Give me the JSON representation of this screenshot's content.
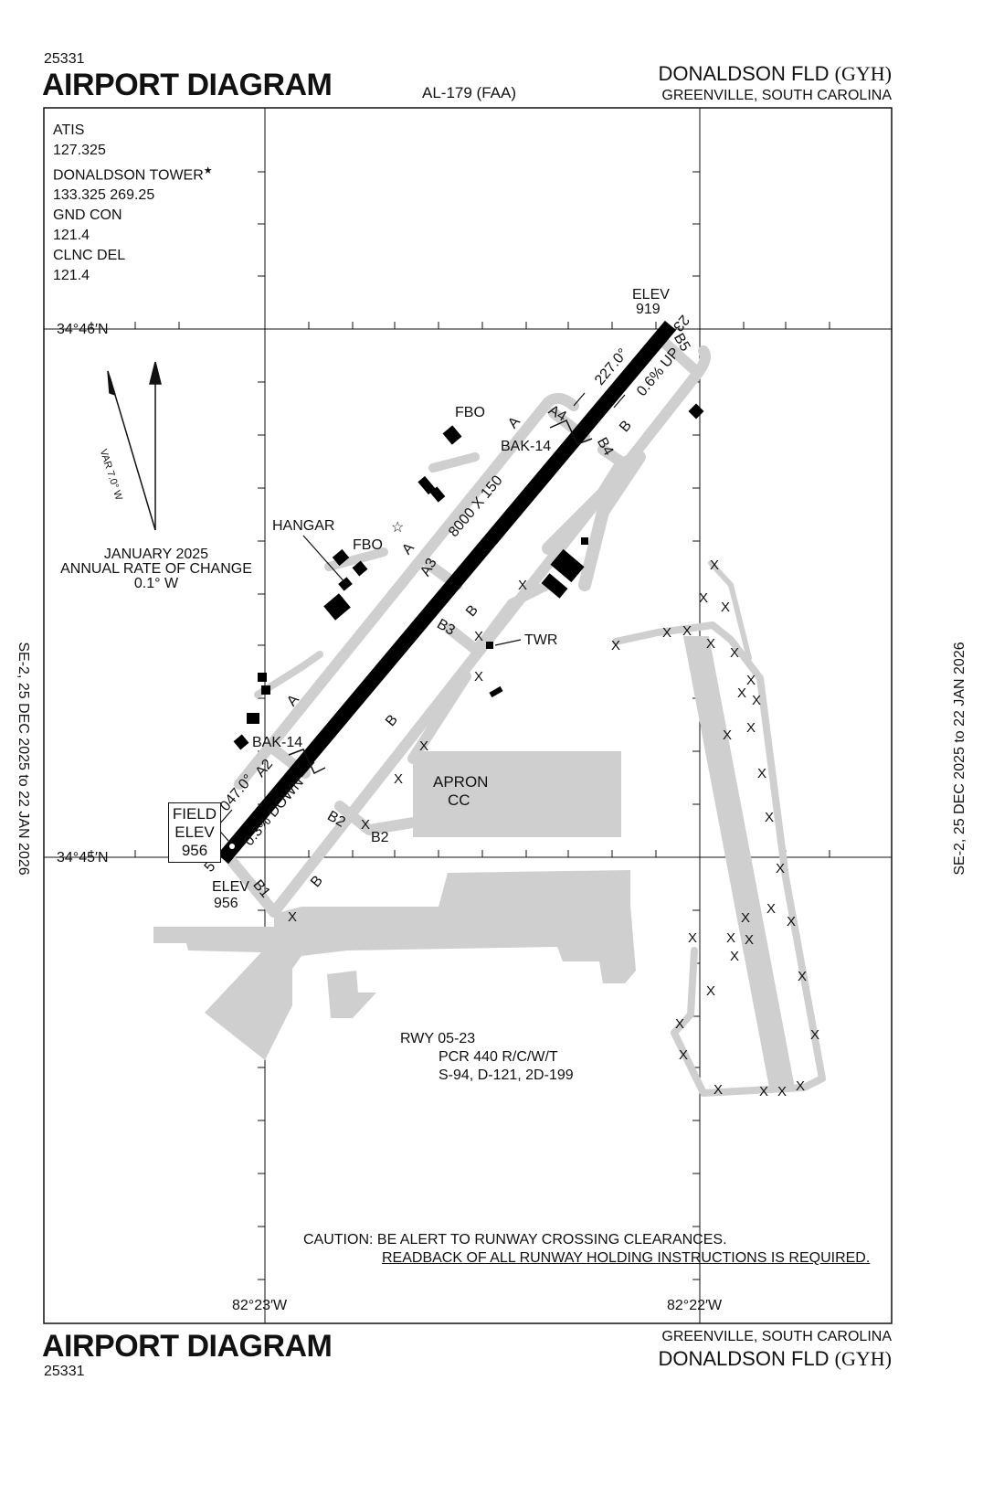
{
  "header": {
    "chart_number": "25331",
    "title": "AIRPORT DIAGRAM",
    "procedure_id": "AL-179 (FAA)",
    "airport_name": "DONALDSON FLD",
    "airport_id": "(GYH)",
    "city_state": "GREENVILLE, SOUTH CAROLINA"
  },
  "footer": {
    "chart_number": "25331",
    "title": "AIRPORT DIAGRAM",
    "airport_name": "DONALDSON FLD",
    "airport_id": "(GYH)",
    "city_state": "GREENVILLE, SOUTH CAROLINA"
  },
  "effective_dates": "SE-2,  25 DEC 2025  to  22 JAN 2026",
  "frequencies": [
    "ATIS",
    "127.325",
    "DONALDSON TOWER",
    "133.325   269.25",
    "GND CON",
    "121.4",
    "CLNC DEL",
    "121.4"
  ],
  "tower_star": "★",
  "magnetic": {
    "variation": "VAR 7.0° W",
    "date": "JANUARY 2025",
    "annual_change_label": "ANNUAL RATE OF CHANGE",
    "annual_change": "0.1° W"
  },
  "coordinates": {
    "lat_north": "34°46′N",
    "lat_south": "34°45′N",
    "lon_west": "82°23′W",
    "lon_east": "82°22′W"
  },
  "runway": {
    "dimensions": "8000 X 150",
    "end_5": "5",
    "end_23": "23",
    "heading_047": "047.0°",
    "heading_227": "227.0°",
    "gradient_down": "0.3% DOWN",
    "gradient_up": "0.6% UP",
    "elev_label": "ELEV",
    "elev_5": "956",
    "elev_23": "919"
  },
  "field_elev": {
    "line1": "FIELD",
    "line2": "ELEV",
    "value": "956"
  },
  "labels": {
    "fbo": "FBO",
    "hangar": "HANGAR",
    "twr": "TWR",
    "bak14": "BAK-14",
    "apron": "APRON",
    "cc": "CC",
    "twy_a": "A",
    "twy_a2": "A2",
    "twy_a3": "A3",
    "twy_a4": "A4",
    "twy_b": "B",
    "twy_b1": "B1",
    "twy_b2": "B2",
    "twy_b3": "B3",
    "twy_b4": "B4",
    "twy_b5": "B5",
    "x_mark": "X"
  },
  "pcr": {
    "runway": "RWY 05-23",
    "rating": "PCR 440 R/C/W/T",
    "weights": "S-94, D-121, 2D-199"
  },
  "caution": {
    "line1": "CAUTION: BE ALERT TO RUNWAY CROSSING CLEARANCES.",
    "line2": "READBACK OF ALL RUNWAY HOLDING INSTRUCTIONS IS REQUIRED."
  },
  "colors": {
    "pavement": "#cfcfcf",
    "runway": "#000000",
    "ink": "#111111"
  }
}
